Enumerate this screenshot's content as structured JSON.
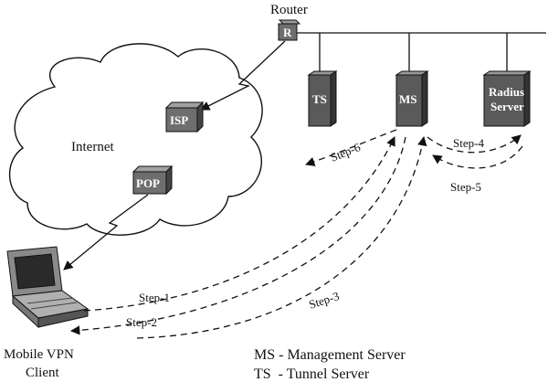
{
  "nodes": {
    "router": {
      "title": "Router",
      "glyph": "R"
    },
    "internet": {
      "label": "Internet"
    },
    "isp": {
      "label": "ISP"
    },
    "pop": {
      "label": "POP"
    },
    "ts": {
      "label": "TS"
    },
    "ms": {
      "label": "MS"
    },
    "radius": {
      "label_line1": "Radius",
      "label_line2": "Server"
    },
    "client": {
      "label_line1": "Mobile VPN",
      "label_line2": "Client"
    }
  },
  "steps": {
    "step1": "Step-1",
    "step2": "Step-2",
    "step3": "Step-3",
    "step4": "Step-4",
    "step5": "Step-5",
    "step6": "Step-6"
  },
  "legend": {
    "ms": "MS - Management Server",
    "ts": "TS  - Tunnel Server"
  },
  "colors": {
    "server_fill": "#5a5a5a",
    "box_fill": "#6e6e6e",
    "line": "#111111"
  }
}
